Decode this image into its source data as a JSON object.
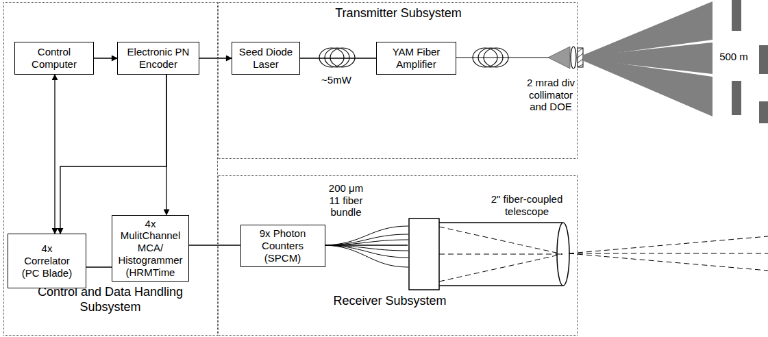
{
  "diagram": {
    "nodes": [
      {
        "text": [
          "Control and Data Handling Subsystem"
        ]
      },
      {
        "text": [
          "Control Computer"
        ],
        "in": 0
      },
      {
        "text": [
          "Electronic PN Encoder"
        ],
        "in": 0
      },
      {
        "text": [
          "Transmitter Subsystem"
        ]
      },
      {
        "text": [
          "Seed Diode Laser"
        ],
        "in": 3
      },
      {
        "text": [
          "YAM Fiber Amplifier"
        ],
        "in": 3
      },
      {
        "text": [
          "4x Correlator (PC Blade)"
        ],
        "in": 0
      },
      {
        "text": [
          "4x MulitChannel MCA/ Histogrammer (HRMTime"
        ],
        "in": 0
      },
      {
        "text": [
          "Receiver Subsystem"
        ]
      },
      {
        "text": [
          "9x Photon Counters (SPCM)"
        ],
        "in": 8
      },
      {
        "text": [
          "2\" fiber-coupled telescope"
        ],
        "in": 8
      }
    ],
    "edges": [
      {
        "from": 1,
        "to": 2,
        "arrow": "to"
      },
      {
        "from": 2,
        "to": 4,
        "arrow": "to"
      },
      {
        "from": 4,
        "to": 5,
        "arrow": "none"
      },
      {
        "from": 1,
        "to": 6,
        "arrow": "both"
      },
      {
        "from": 2,
        "to": 7,
        "arrow": "to"
      },
      {
        "from": 2,
        "to": 6,
        "arrow": "to"
      },
      {
        "from": 6,
        "to": 7,
        "arrow": "none"
      },
      {
        "from": 7,
        "to": 9,
        "arrow": "none"
      },
      {
        "from": 9,
        "to": 10,
        "arrow": "none",
        "label": "200 μm 11 fiber bundle"
      }
    ],
    "labels": [
      "~5mW",
      "2 mrad div collimator and DOE",
      "500 m"
    ]
  }
}
